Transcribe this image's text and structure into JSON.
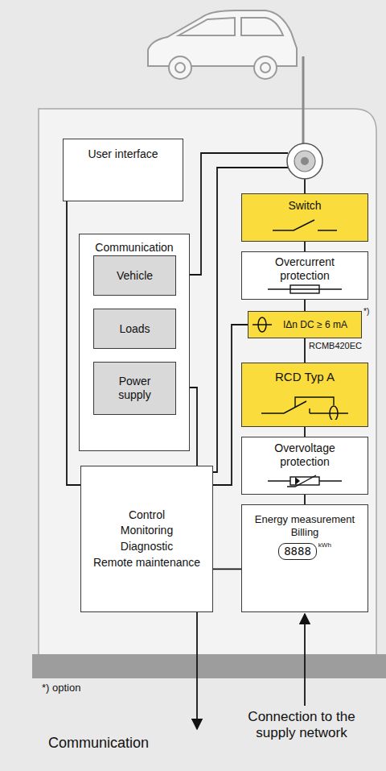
{
  "diagram": {
    "nodes": [
      {
        "text": [
          "User interface"
        ]
      },
      {
        "text": [
          "Communication"
        ]
      },
      {
        "text": [
          "Vehicle"
        ],
        "in": 1
      },
      {
        "text": [
          "Loads"
        ],
        "in": 1
      },
      {
        "text": [
          "Power supply"
        ],
        "in": 1
      },
      {
        "text": [
          "Control",
          "Monitoring",
          "Diagnostic",
          "Remote maintenance"
        ]
      },
      {
        "text": [
          "Switch"
        ]
      },
      {
        "text": [
          "Overcurrent protection"
        ]
      },
      {
        "text": [
          "IΔn DC ≥ 6 mA"
        ]
      },
      {
        "text": [
          "RCD Typ A"
        ]
      },
      {
        "text": [
          "Overvoltage protection"
        ]
      },
      {
        "text": [
          "Energy measurement",
          "Billing",
          "8888",
          "kWh"
        ]
      }
    ],
    "edges": [
      {
        "from": 0,
        "to": 5,
        "arrow": "none"
      },
      {
        "from": 5,
        "to": 8,
        "arrow": "none"
      },
      {
        "from": 5,
        "to": 11,
        "arrow": "none"
      },
      {
        "from": 6,
        "to": 7,
        "arrow": "none"
      },
      {
        "from": 7,
        "to": 8,
        "arrow": "none"
      },
      {
        "from": 8,
        "to": 9,
        "arrow": "none"
      },
      {
        "from": 9,
        "to": 10,
        "arrow": "none"
      },
      {
        "from": 10,
        "to": 11,
        "arrow": "none"
      }
    ],
    "labels": [
      "*)",
      "RCMB420EC",
      "*) option",
      "Communication",
      "Connection to the supply network"
    ]
  }
}
